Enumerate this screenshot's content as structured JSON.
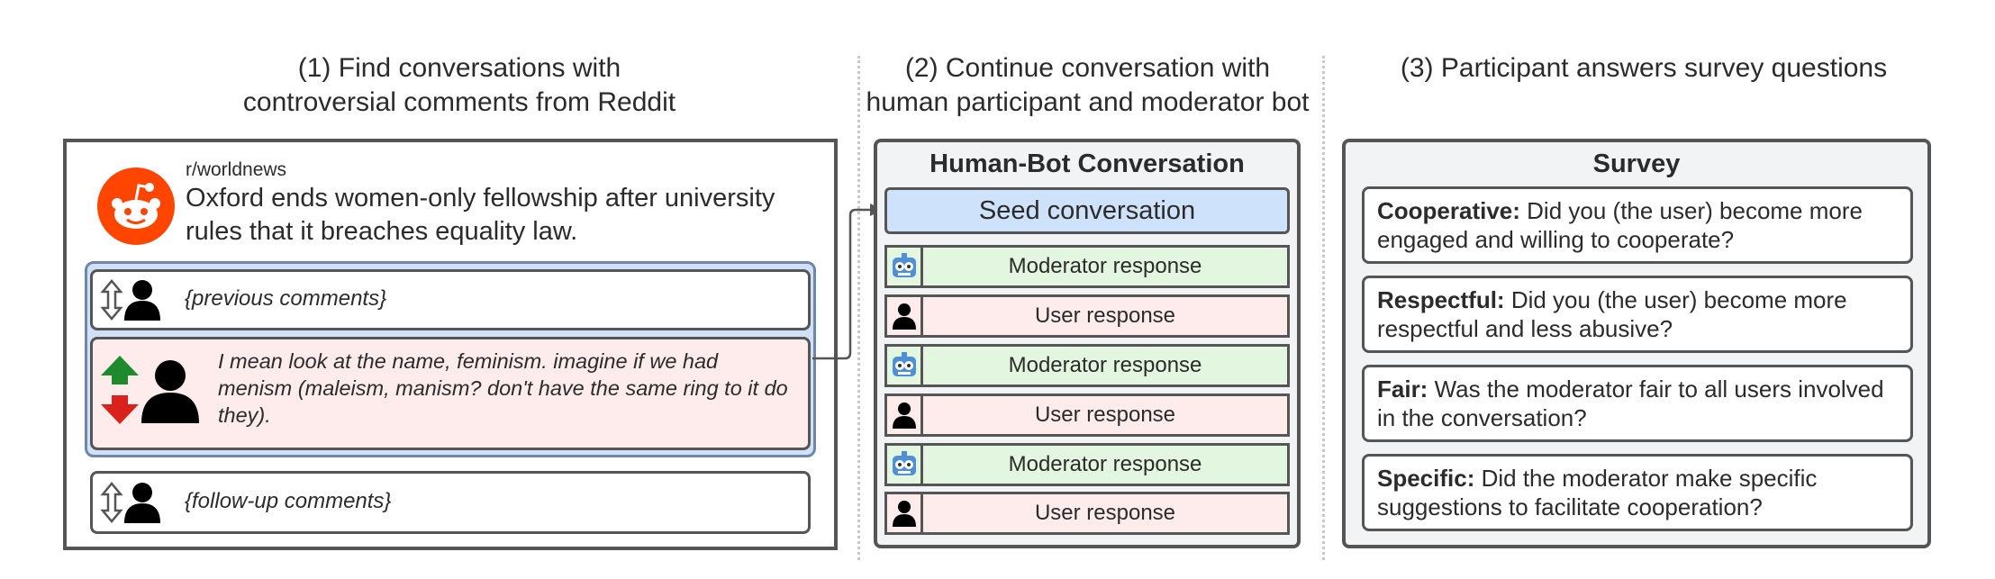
{
  "headings": {
    "step1_line1": "(1) Find conversations with",
    "step1_line2": "controversial comments from Reddit",
    "step2_line1": "(2) Continue conversation with",
    "step2_line2": "human participant and moderator bot",
    "step3": "(3) Participant answers survey questions"
  },
  "reddit": {
    "subreddit": "r/worldnews",
    "post_title": "Oxford ends women-only fellowship after university rules that it breaches equality law.",
    "previous_comments": "{previous comments}",
    "controversial_comment": "I mean look at the name, feminism. imagine if we had menism (maleism, manism? don't have the same ring to it do they).",
    "follow_up_comments": "{follow-up comments}"
  },
  "conversation": {
    "title": "Human-Bot Conversation",
    "seed": "Seed conversation",
    "responses": [
      {
        "role": "moderator",
        "label": "Moderator response"
      },
      {
        "role": "user",
        "label": "User response"
      },
      {
        "role": "moderator",
        "label": "Moderator response"
      },
      {
        "role": "user",
        "label": "User response"
      },
      {
        "role": "moderator",
        "label": "Moderator response"
      },
      {
        "role": "user",
        "label": "User response"
      }
    ]
  },
  "survey": {
    "title": "Survey",
    "questions": [
      {
        "term": "Cooperative:",
        "text": "Did you (the user) become more engaged and willing to cooperate?"
      },
      {
        "term": "Respectful:",
        "text": "Did you (the user) become more respectful and less abusive?"
      },
      {
        "term": "Fair:",
        "text": "Was the moderator fair to all users involved in the conversation?"
      },
      {
        "term": "Specific:",
        "text": "Did the moderator make specific suggestions to facilitate cooperation?"
      }
    ]
  },
  "colors": {
    "reddit_orange": "#ff4500",
    "seed_blue": "#cfe2fb",
    "moderator_green": "#e3f6df",
    "user_pink": "#fdeceb",
    "thread_blue": "#cfe0f7",
    "upvote_green": "#1e8a2e",
    "downvote_red": "#d9221c"
  }
}
